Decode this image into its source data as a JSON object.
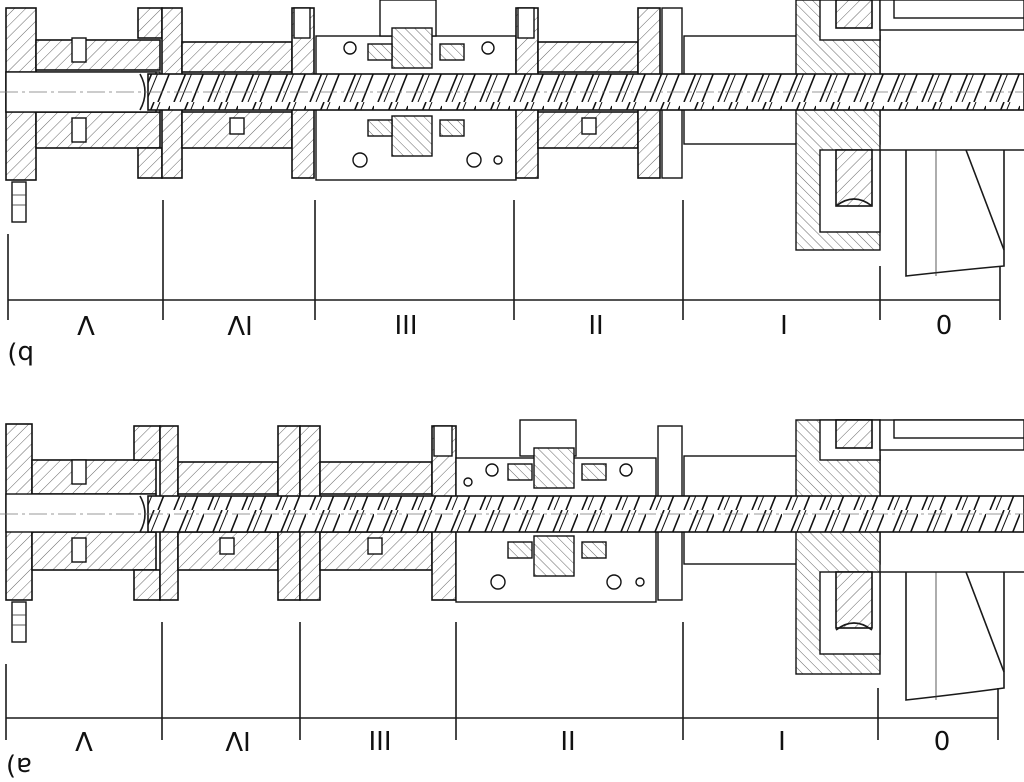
{
  "panels": [
    {
      "id": "b",
      "label": "b)",
      "zones": [
        "V",
        "IV",
        "III",
        "II",
        "I",
        "0"
      ],
      "components": [
        "barrel-section-v",
        "barrel-section-iv",
        "mixing-gear-housing",
        "barrel-section-ii",
        "feed-housing",
        "drive-gearbox",
        "extrusion-screw"
      ]
    },
    {
      "id": "a",
      "label": "a)",
      "zones": [
        "V",
        "IV",
        "III",
        "II",
        "I",
        "0"
      ],
      "components": [
        "barrel-section-v",
        "barrel-section-iv",
        "barrel-section-iii",
        "mixing-gear-housing",
        "feed-housing",
        "drive-gearbox",
        "extrusion-screw"
      ]
    }
  ],
  "note": "Images are drawn mirrored/rotated 180 degrees as in the original (labels appear upside down)."
}
